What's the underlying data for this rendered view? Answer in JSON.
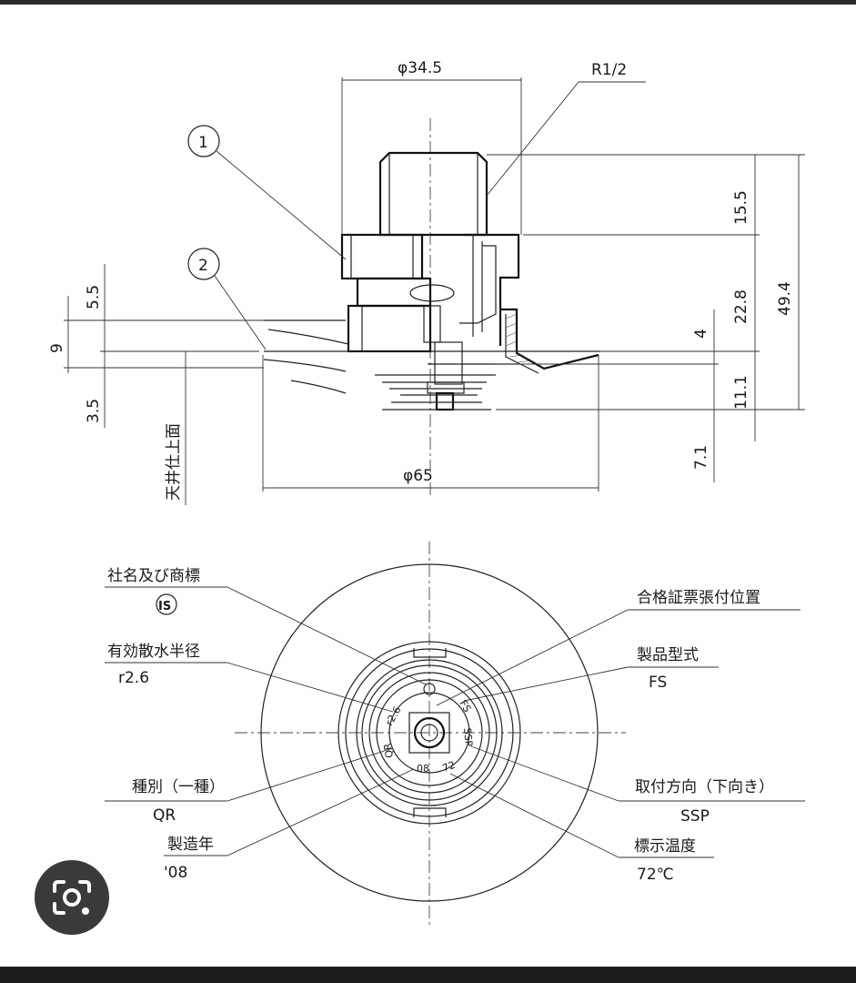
{
  "side_view": {
    "dims": {
      "dia_top": "φ34.5",
      "thread": "R1/2",
      "d_15_5": "15.5",
      "d_22_8": "22.8",
      "d_49_4": "49.4",
      "d_4": "4",
      "d_11_1": "11.1",
      "d_7_1": "7.1",
      "d_5_5": "5.5",
      "d_9": "9",
      "d_3_5": "3.5",
      "dia_bottom": "φ65"
    },
    "callout_1": "1",
    "callout_2": "2",
    "ceiling_label": "天井仕上面"
  },
  "plan_view": {
    "labels": {
      "company": "社名及び商標",
      "company_mark": "IS",
      "radius_title": "有効散水半径",
      "radius_value": "r2.6",
      "type_title": "種別（一種）",
      "type_value": "QR",
      "year_title": "製造年",
      "year_value": "'08",
      "cert_title": "合格証票張付位置",
      "model_title": "製品型式",
      "model_value": "FS",
      "orient_title": "取付方向（下向き）",
      "orient_value": "SSP",
      "temp_title": "標示温度",
      "temp_value": "72℃"
    },
    "disc_marks": {
      "r": "r2.6",
      "qr": "QR",
      "year": "08",
      "temp": "72",
      "fs": "FS",
      "ssp": "SSP"
    }
  },
  "overlay": {
    "icon": "camera-search-icon"
  }
}
